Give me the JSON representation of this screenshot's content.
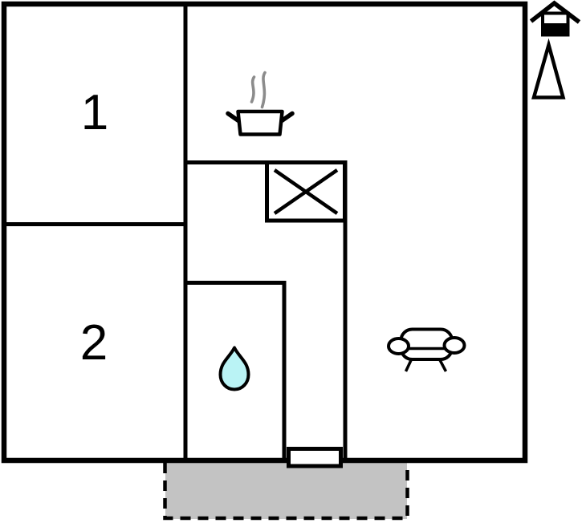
{
  "floorplan": {
    "rooms": [
      {
        "id": "room-1",
        "label": "1"
      },
      {
        "id": "room-2",
        "label": "2"
      }
    ],
    "icons": {
      "house": "house-icon",
      "tree": "tree-icon",
      "cooking_pot": "cooking-pot-icon",
      "steam": "steam-icon",
      "stove_cross_box": "stove-crossbox-icon",
      "water_drop": "water-drop-icon",
      "sofa": "sofa-icon",
      "entrance_door": "entrance-door",
      "terrace": "terrace"
    },
    "colors": {
      "wall": "#000000",
      "background": "#ffffff",
      "terrace_fill": "#c3c3c3",
      "drop_fill": "#baf3f5",
      "steam": "#8c8c8c"
    }
  }
}
